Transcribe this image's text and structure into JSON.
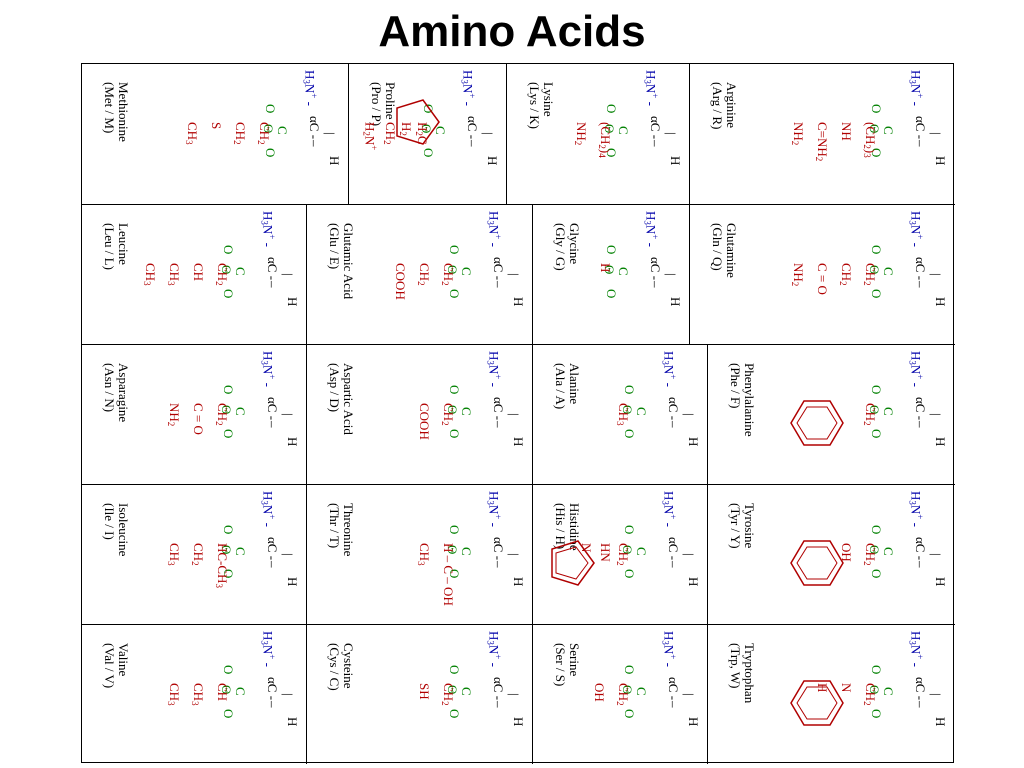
{
  "title": "Amino Acids",
  "colors": {
    "amine": "#0000aa",
    "side_chain": "#b00000",
    "carboxyl": "#008000",
    "grid": "#000000"
  },
  "backbone": {
    "amine": "H3N+ -",
    "alpha": "αC",
    "hydrogen": "H",
    "carboxyl_c": "C",
    "carboxyl_o": "O",
    "carboxyl_minus": "Θ"
  },
  "amino_acids": [
    {
      "name": "Methionine",
      "abbrev": "(Met / M)",
      "side_chain": [
        "CH2",
        "CH2",
        "S",
        "CH3"
      ]
    },
    {
      "name": "Proline",
      "abbrev": "(Pro / P)",
      "side_chain": [
        "H2C",
        "H2",
        "CH2",
        "H2N+"
      ]
    },
    {
      "name": "Lysine",
      "abbrev": "(Lys / K)",
      "side_chain": [
        "(CH2)4",
        "NH2"
      ]
    },
    {
      "name": "Arginine",
      "abbrev": "(Arg / R)",
      "side_chain": [
        "(CH2)3",
        "NH",
        "C=NH2",
        "NH2"
      ]
    },
    {
      "name": "Leucine",
      "abbrev": "(Leu / L)",
      "side_chain": [
        "CH2",
        "CH",
        "CH3",
        "CH3"
      ]
    },
    {
      "name": "Glutamic Acid",
      "abbrev": "(Glu / E)",
      "side_chain": [
        "CH2",
        "CH2",
        "COOH"
      ]
    },
    {
      "name": "Glycine",
      "abbrev": "(Gly / G)",
      "side_chain": [
        "H"
      ]
    },
    {
      "name": "Glutamine",
      "abbrev": "(Gln / Q)",
      "side_chain": [
        "CH2",
        "CH2",
        "C = O",
        "NH2"
      ]
    },
    {
      "name": "Asparagine",
      "abbrev": "(Asn / N)",
      "side_chain": [
        "CH2",
        "C = O",
        "NH2"
      ]
    },
    {
      "name": "Aspartic Acid",
      "abbrev": "(Asp / D)",
      "side_chain": [
        "CH2",
        "COOH"
      ]
    },
    {
      "name": "Alanine",
      "abbrev": "(Ala / A)",
      "side_chain": [
        "CH3"
      ]
    },
    {
      "name": "Phenylalanine",
      "abbrev": "(Phe / F)",
      "side_chain": [
        "CH2"
      ]
    },
    {
      "name": "Isoleucine",
      "abbrev": "(Ile / I)",
      "side_chain": [
        "HC-CH3",
        "CH2",
        "CH3"
      ]
    },
    {
      "name": "Threonine",
      "abbrev": "(Thr / T)",
      "side_chain": [
        "H – C – OH",
        "CH3"
      ]
    },
    {
      "name": "Histidine",
      "abbrev": "(His / H)",
      "side_chain": [
        "CH2",
        "HN",
        "N"
      ]
    },
    {
      "name": "Tyrosine",
      "abbrev": "(Tyr / Y)",
      "side_chain": [
        "CH2",
        "OH"
      ]
    },
    {
      "name": "Valine",
      "abbrev": "(Val / V)",
      "side_chain": [
        "CH",
        "CH3",
        "CH3"
      ]
    },
    {
      "name": "Cysteine",
      "abbrev": "(Cys / C)",
      "side_chain": [
        "CH2",
        "SH"
      ]
    },
    {
      "name": "Serine",
      "abbrev": "(Ser / S)",
      "side_chain": [
        "CH2",
        "OH"
      ]
    },
    {
      "name": "Tryptophan",
      "abbrev": "(Trp, W)",
      "side_chain": [
        "CH2",
        "N",
        "H"
      ]
    }
  ]
}
